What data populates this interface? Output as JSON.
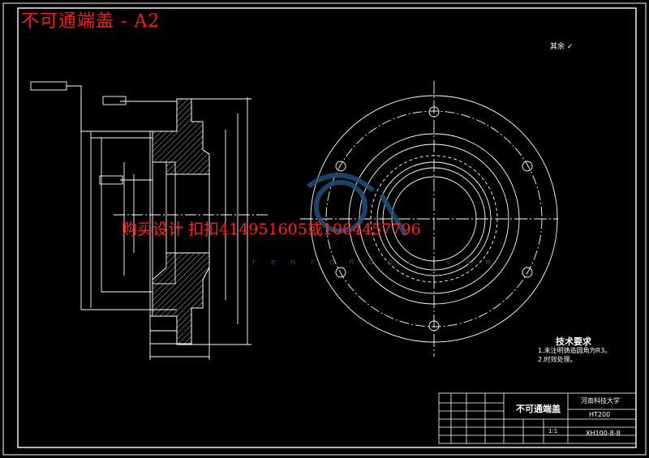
{
  "overlay_title": "不可通端盖 - A2",
  "overlay_buy": "购买设计 扣扣414951605或1064457796",
  "roughness_note": "其余",
  "watermark_text": "r e n r e n d o c . c o m",
  "tech_requirements": {
    "heading": "技术要求",
    "item1": "1.未注明铸造圆角为R3。",
    "item2": "2.时效处理。"
  },
  "title_block": {
    "part_name": "不可通端盖",
    "school": "河南科技大学",
    "material": "HT200",
    "drawing_no": "XH100-8-8",
    "scale": "1:1"
  },
  "colors": {
    "background": "#000000",
    "lines": "#ffffff",
    "overlay_red": "#ff1a1a",
    "watermark": "#1f4f7a"
  }
}
